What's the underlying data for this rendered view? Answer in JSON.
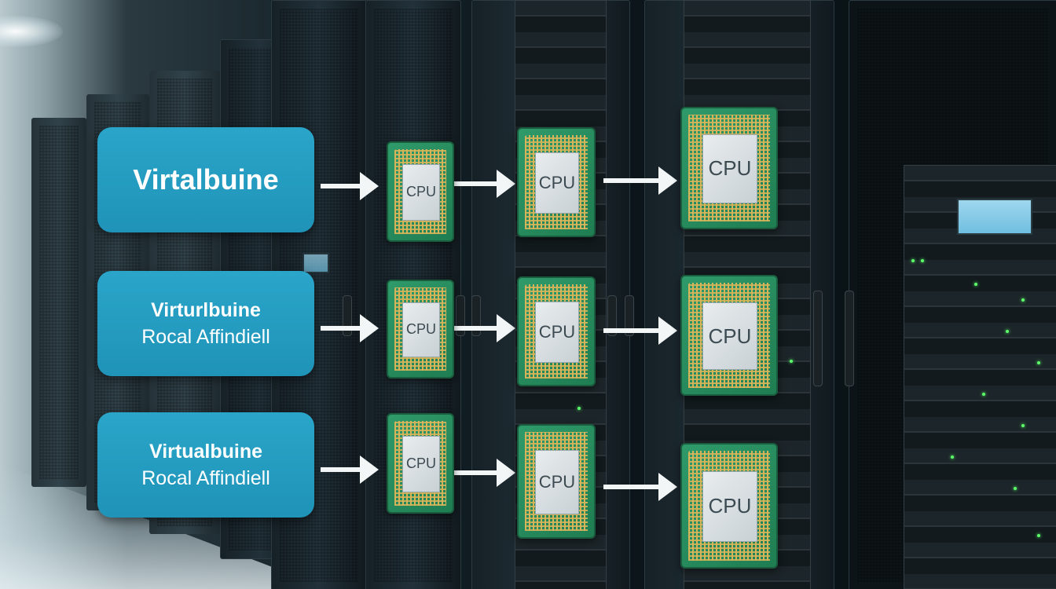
{
  "labels": {
    "row1": {
      "line1": "Virtalbuine"
    },
    "row2": {
      "line1": "Virturlbuine",
      "line2": "Rocal Affindiell"
    },
    "row3": {
      "line1": "Virtualbuine",
      "line2": "Rocal Affindiell"
    }
  },
  "chip_text": "CPU",
  "colors": {
    "label_bg": "#2aa5c9",
    "chip_green": "#2f9a6a",
    "pin_gold": "#d6b45a",
    "arrow": "#f3f6f7",
    "led_green": "#5bff6a"
  }
}
